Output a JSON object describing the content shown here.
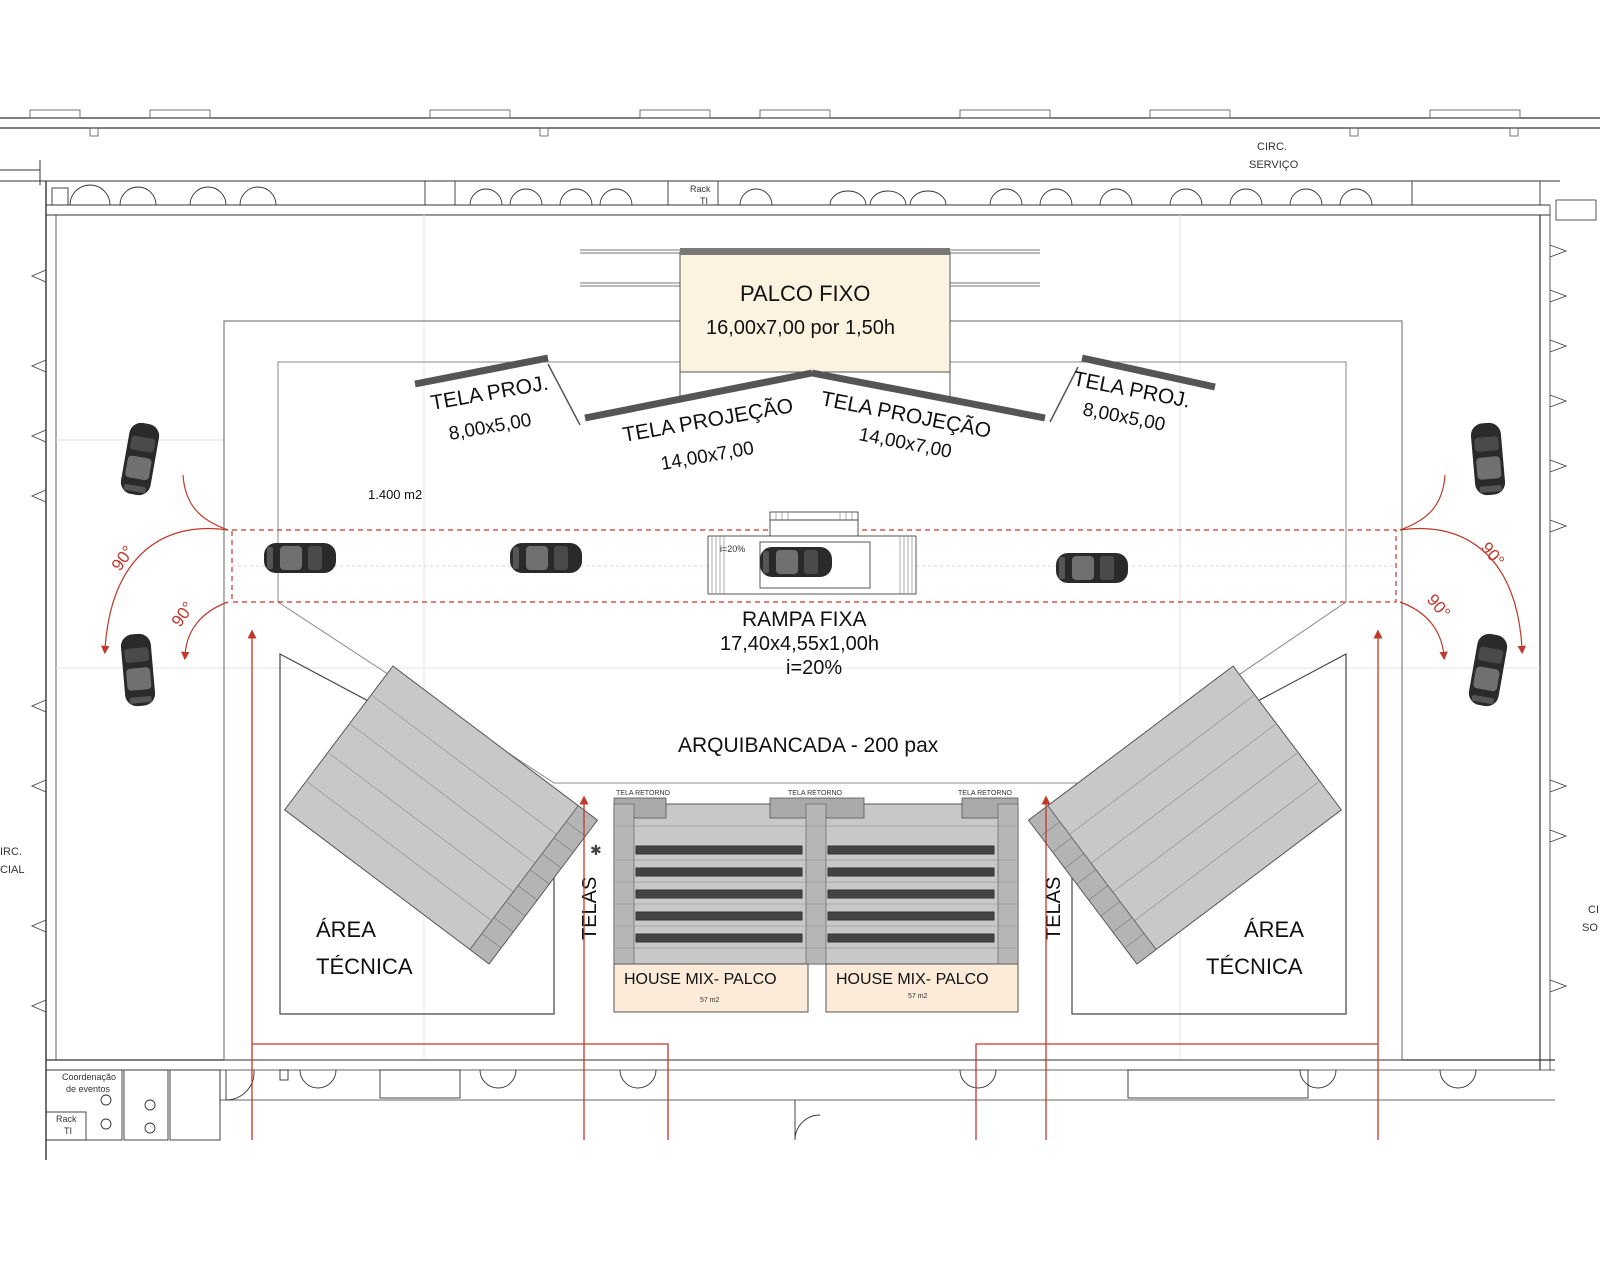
{
  "labels": {
    "circ_servico_1": "CIRC.",
    "circ_servico_2": "SERVIÇO",
    "rack_ti_top_1": "Rack",
    "rack_ti_top_2": "TI",
    "palco_fixo_title": "PALCO FIXO",
    "palco_fixo_dims": "16,00x7,00 por 1,50h",
    "tela_proj_left": "TELA PROJ.",
    "tela_proj_left_dims": "8,00x5,00",
    "tela_proj_right": "TELA PROJ.",
    "tela_proj_right_dims": "8,00x5,00",
    "tela_projecao_left": "TELA PROJEÇÃO",
    "tela_projecao_left_dims": "14,00x7,00",
    "tela_projecao_right": "TELA PROJEÇÃO",
    "tela_projecao_right_dims": "14,00x7,00",
    "area_m2": "1.400 m2",
    "ramp_slope_small": "i=20%",
    "rampa_fixa_title": "RAMPA FIXA",
    "rampa_fixa_dims": "17,40x4,55x1,00h",
    "rampa_fixa_slope": "i=20%",
    "angle_left_1": "90°",
    "angle_left_2": "90°",
    "angle_right_1": "90°",
    "angle_right_2": "90°",
    "arquibancada": "ARQUIBANCADA - 200 pax",
    "tela_retorno_1": "TELA RETORNO",
    "tela_retorno_2": "TELA RETORNO",
    "tela_retorno_3": "TELA RETORNO",
    "telas_left": "TELAS",
    "telas_right": "TELAS",
    "area_tecnica_left_1": "ÁREA",
    "area_tecnica_left_2": "TÉCNICA",
    "area_tecnica_right_1": "ÁREA",
    "area_tecnica_right_2": "TÉCNICA",
    "house_mix_left": "HOUSE MIX- PALCO",
    "house_mix_left_area": "57 m2",
    "house_mix_right": "HOUSE MIX- PALCO",
    "house_mix_right_area": "57 m2",
    "circ_social_1": "IRC.",
    "circ_social_2": "CIAL",
    "circ_right_1": "CI",
    "circ_right_2": "SO",
    "coord_eventos_1": "Coordenação",
    "coord_eventos_2": "de eventos",
    "rack_ti_bottom_1": "Rack",
    "rack_ti_bottom_2": "TI"
  },
  "colors": {
    "stage_fill": "#fbf3e0",
    "house_mix_fill": "#fbebd8",
    "seating_gray": "#c8c8c8",
    "red_lines": "#c0392b",
    "screen_gray": "#555555"
  },
  "icons": {
    "car": "car-icon",
    "door": "door-icon",
    "arrow": "arrow-up-icon"
  }
}
